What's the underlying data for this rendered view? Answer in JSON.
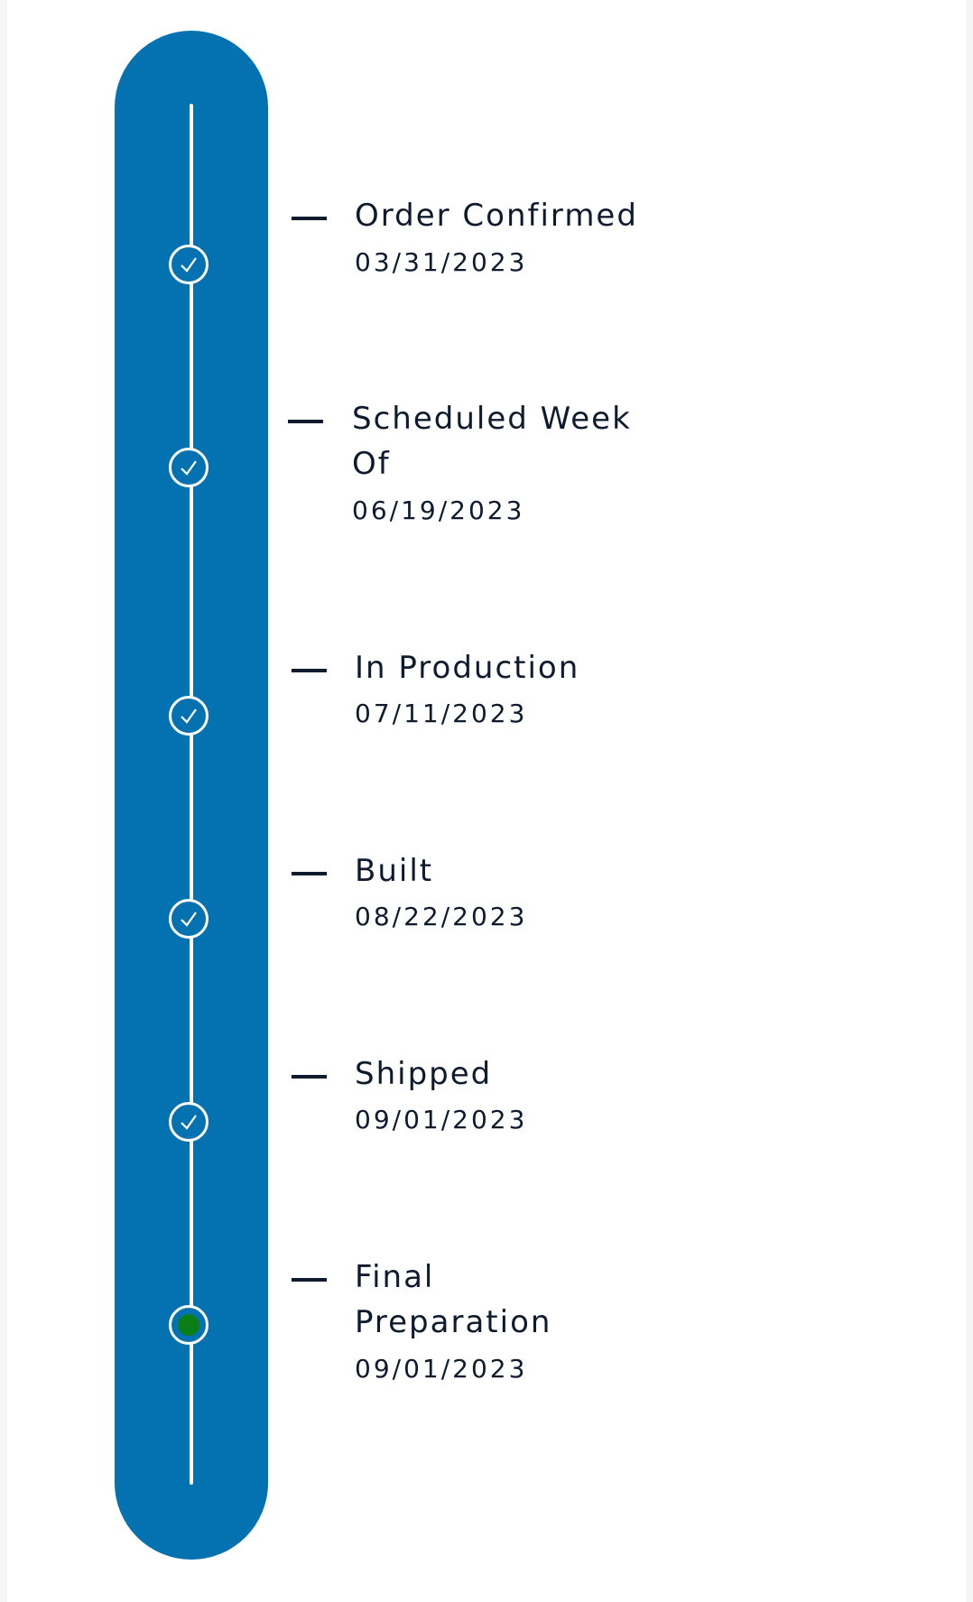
{
  "timeline": {
    "steps": [
      {
        "label": "Order Confirmed",
        "date": "03/31/2023",
        "status": "complete"
      },
      {
        "label": "Scheduled Week Of",
        "date": "06/19/2023",
        "status": "complete"
      },
      {
        "label": "In Production",
        "date": "07/11/2023",
        "status": "complete"
      },
      {
        "label": "Built",
        "date": "08/22/2023",
        "status": "complete"
      },
      {
        "label": "Shipped",
        "date": "09/01/2023",
        "status": "complete"
      },
      {
        "label": "Final Preparation",
        "date": "09/01/2023",
        "status": "current"
      }
    ],
    "colors": {
      "track": "#0472b1",
      "current_dot": "#0b7f16",
      "text": "#0e1b2e"
    },
    "icons": {
      "complete": "checkmark-circle-icon",
      "current": "current-step-dot-icon"
    }
  }
}
